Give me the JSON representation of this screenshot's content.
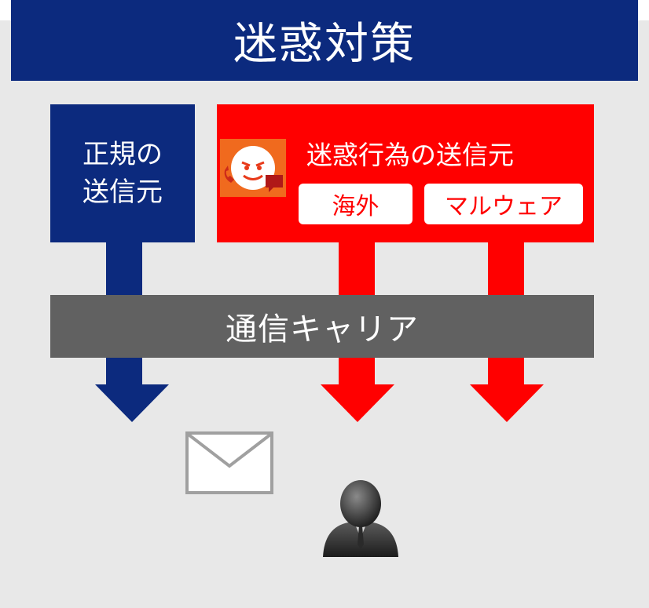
{
  "title": "迷惑対策",
  "legit_sender": {
    "line1": "正規の",
    "line2": "送信元"
  },
  "spam_sender": {
    "title": "迷惑行為の送信元",
    "tags": [
      "海外",
      "マルウェア"
    ]
  },
  "carrier": {
    "label": "通信キャリア"
  },
  "colors": {
    "navy": "#0c2a7e",
    "red": "#ff0000",
    "carrier_gray": "#616161",
    "background": "#e8e8e8"
  },
  "icons": [
    "fraud-caller-icon",
    "envelope-icon",
    "user-person-icon"
  ]
}
